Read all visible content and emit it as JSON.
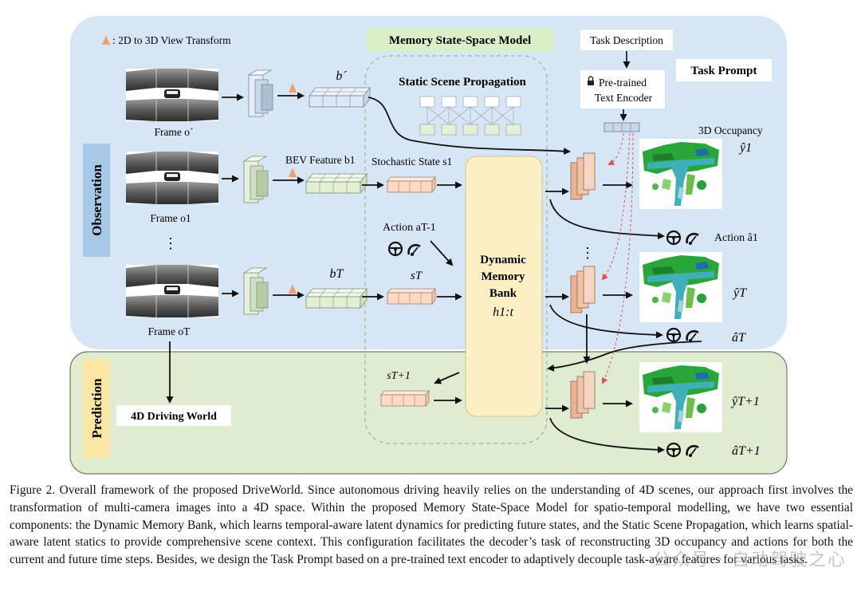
{
  "figure": {
    "legend_view_transform": ": 2D to 3D View Transform",
    "memory_model_title": "Memory State-Space Model",
    "task_description": "Task Description",
    "task_prompt": "Task Prompt",
    "pretrained_encoder_line1": "Pre-trained",
    "pretrained_encoder_line2": "Text Encoder",
    "static_scene_title": "Static Scene Propagation",
    "occupancy_title": "3D Occupancy",
    "observation_label": "Observation",
    "prediction_label": "Prediction",
    "driving_world": "4D Driving World",
    "frame_o_prime": "Frame o´",
    "frame_o1": "Frame o1",
    "frame_oT": "Frame oT",
    "b_prime": "b´",
    "bev_feature": "BEV Feature b1",
    "bT": "bT",
    "stochastic_state": "Stochastic State s1",
    "action_in": "Action aT-1",
    "sT": "sT",
    "sT1": "sT+1",
    "dmb_line1": "Dynamic",
    "dmb_line2": "Memory",
    "dmb_line3": "Bank",
    "h_state": "h1:t",
    "y1": "ŷ1",
    "yT": "ŷT",
    "yT1": "ŷT+1",
    "action_out": "Action â1",
    "aT": "âT",
    "aT1": "âT+1",
    "vdots": "⋮"
  },
  "colors": {
    "observation_bg": "#d6e6f5",
    "prediction_bg": "#dfecd2",
    "memory_bank": "#fdefc4",
    "memory_title_bg": "#d9f0c6",
    "bev_grid": "#e6f2d8",
    "state_grid": "#fbdcc8",
    "decoder": "#e8b89a"
  },
  "caption": "Figure 2. Overall framework of the proposed DriveWorld. Since autonomous driving heavily relies on the understanding of 4D scenes, our approach first involves the transformation of multi-camera images into a 4D space. Within the proposed Memory State-Space Model for spatio-temporal modelling, we have two essential components: the Dynamic Memory Bank, which learns temporal-aware latent dynamics for predicting future states, and the Static Scene Propagation, which learns spatial-aware latent statics to provide comprehensive scene context. This configuration facilitates the decoder’s task of reconstructing 3D occupancy and actions for both the current and future time steps. Besides, we design the Task Prompt based on a pre-trained text encoder to adaptively decouple task-aware features for various tasks.",
  "watermark": "公众号 · 自动驾驶之心"
}
